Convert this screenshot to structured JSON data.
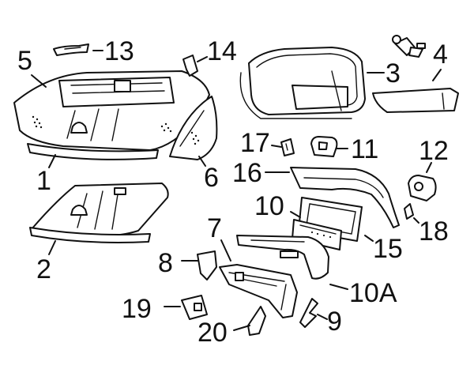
{
  "callouts": {
    "c1": "1",
    "c2": "2",
    "c3": "3",
    "c4": "4",
    "c5": "5",
    "c6": "6",
    "c7": "7",
    "c8": "8",
    "c9": "9",
    "c10": "10",
    "c10a": "10A",
    "c11": "11",
    "c12": "12",
    "c13": "13",
    "c14": "14",
    "c15": "15",
    "c16": "16",
    "c17": "17",
    "c18": "18",
    "c19": "19",
    "c20": "20"
  },
  "colors": {
    "line": "#111111",
    "background": "#ffffff"
  }
}
